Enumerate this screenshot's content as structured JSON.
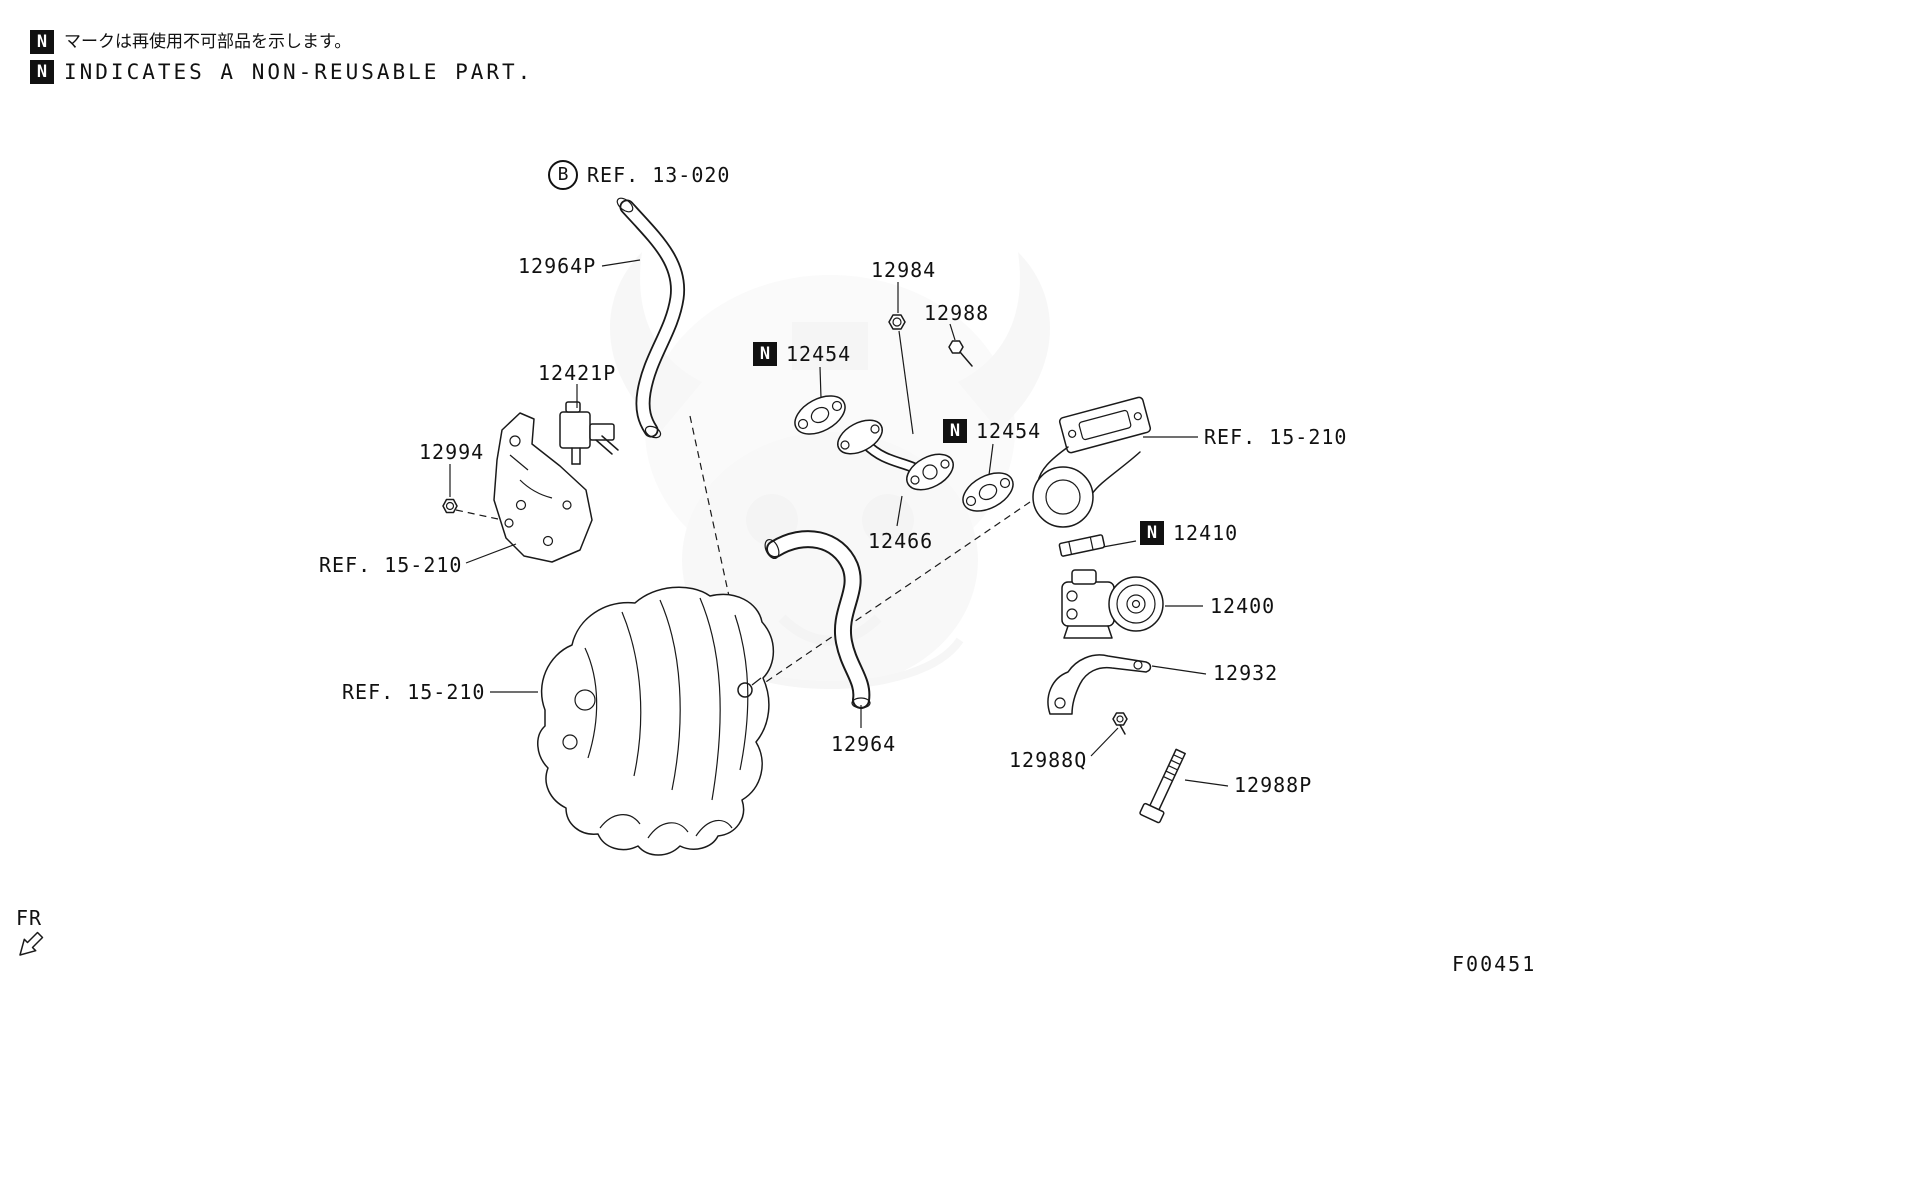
{
  "colors": {
    "line": "#1a1a1a",
    "background": "#ffffff",
    "watermark": "#f3f3f3"
  },
  "badges": {
    "non_reusable": "N",
    "ref_circle": "B"
  },
  "notes": [
    {
      "text": "マークは再使用不可部品を示します。"
    },
    {
      "text": "INDICATES A NON-REUSABLE PART."
    }
  ],
  "callouts": {
    "ref_13_020": "REF. 13-020",
    "p12964p": "12964P",
    "p12984": "12984",
    "p12988": "12988",
    "p12454_a": "12454",
    "p12421p": "12421P",
    "p12454_b": "12454",
    "ref_15_210_a": "REF. 15-210",
    "p12994": "12994",
    "p12410": "12410",
    "p12466": "12466",
    "ref_15_210_b": "REF. 15-210",
    "p12400": "12400",
    "p12932": "12932",
    "ref_15_210_c": "REF. 15-210",
    "p12964": "12964",
    "p12988q": "12988Q",
    "p12988p": "12988P"
  },
  "footer": {
    "fr_label": "FR",
    "drawing_code": "F00451"
  }
}
